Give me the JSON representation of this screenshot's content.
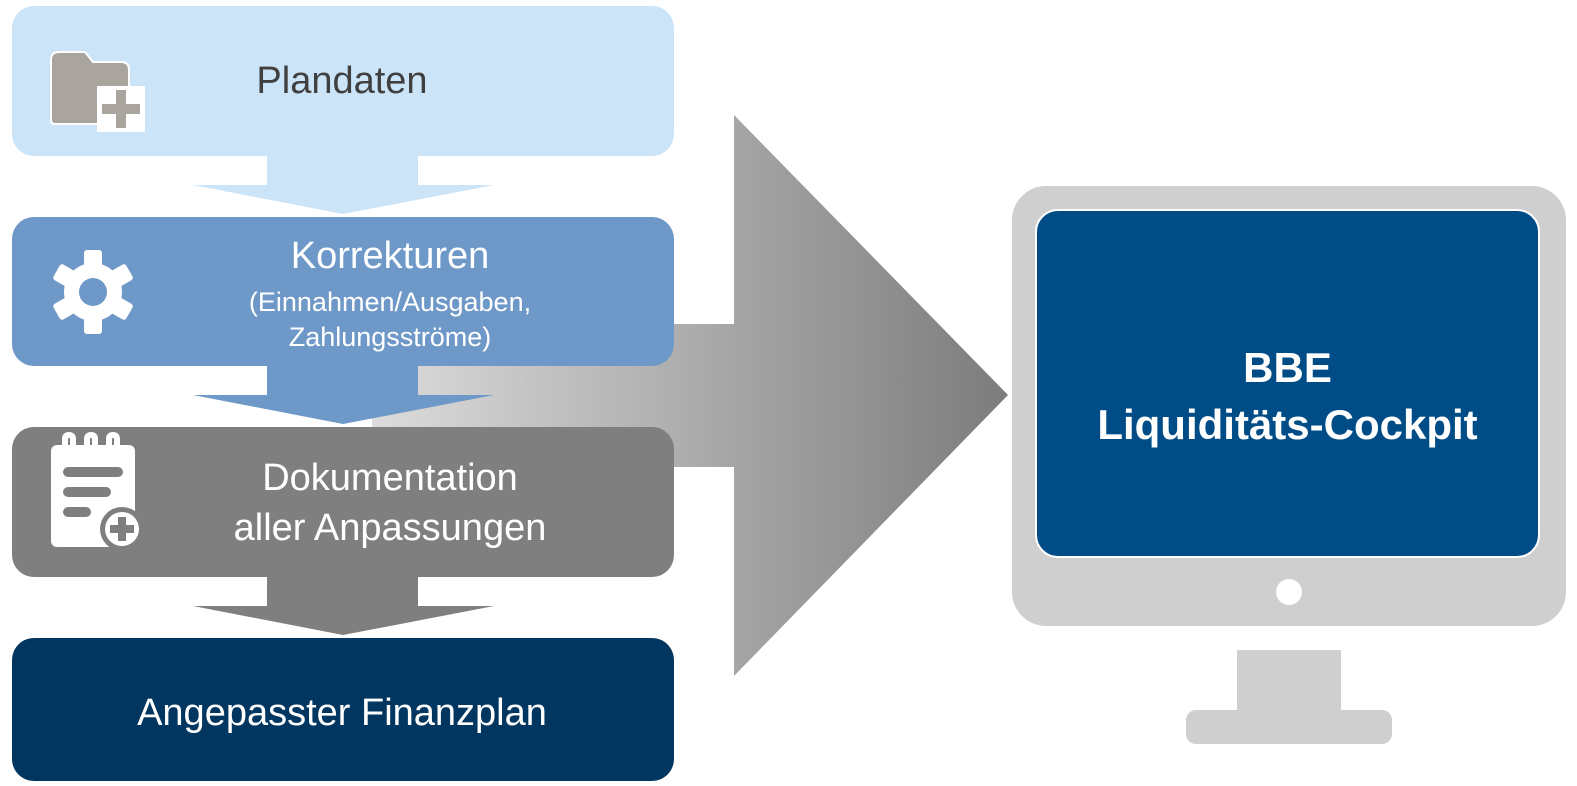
{
  "steps": [
    {
      "title": "Plandaten",
      "icon": "folder-plus-icon",
      "color": "#cce4f7",
      "text_color": "#404040"
    },
    {
      "title": "Korrekturen",
      "subtitle_line1": "(Einnahmen/Ausgaben,",
      "subtitle_line2": "Zahlungsströme)",
      "icon": "gear-icon",
      "color": "#6e98c8",
      "text_color": "#ffffff"
    },
    {
      "title_line1": "Dokumentation",
      "title_line2": "aller Anpassungen",
      "icon": "notepad-plus-icon",
      "color": "#7f7f7f",
      "text_color": "#ffffff"
    },
    {
      "title": "Angepasster Finanzplan",
      "color": "#003660",
      "text_color": "#ffffff"
    }
  ],
  "monitor": {
    "line1": "BBE",
    "line2": "Liquiditäts-Cockpit",
    "screen_color": "#004c87",
    "frame_color": "#cfcfcf"
  }
}
